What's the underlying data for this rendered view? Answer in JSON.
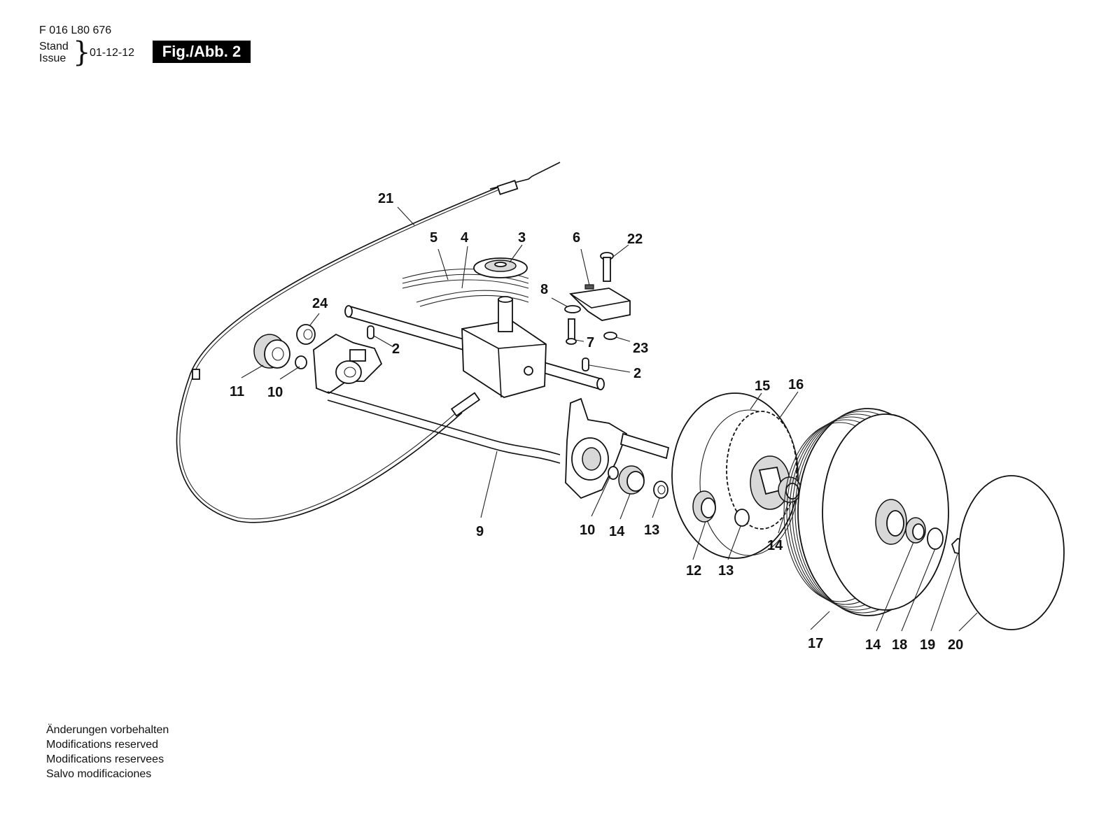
{
  "header": {
    "doc_number": "F 016 L80 676",
    "stand_label": "Stand",
    "issue_label": "Issue",
    "issue_date": "01-12-12",
    "figure_label": "Fig./Abb. 2"
  },
  "footer": {
    "lines": [
      "Änderungen vorbehalten",
      "Modifications reserved",
      "Modifications reservees",
      "Salvo modificaciones"
    ]
  },
  "callouts": [
    {
      "id": "c21",
      "text": "21"
    },
    {
      "id": "c5",
      "text": "5"
    },
    {
      "id": "c4",
      "text": "4"
    },
    {
      "id": "c3",
      "text": "3"
    },
    {
      "id": "c6",
      "text": "6"
    },
    {
      "id": "c22",
      "text": "22"
    },
    {
      "id": "c8",
      "text": "8"
    },
    {
      "id": "c24",
      "text": "24"
    },
    {
      "id": "c2a",
      "text": "2"
    },
    {
      "id": "c7",
      "text": "7"
    },
    {
      "id": "c23",
      "text": "23"
    },
    {
      "id": "c2b",
      "text": "2"
    },
    {
      "id": "c11",
      "text": "11"
    },
    {
      "id": "c10a",
      "text": "10"
    },
    {
      "id": "c15",
      "text": "15"
    },
    {
      "id": "c16",
      "text": "16"
    },
    {
      "id": "c9",
      "text": "9"
    },
    {
      "id": "c10b",
      "text": "10"
    },
    {
      "id": "c14a",
      "text": "14"
    },
    {
      "id": "c13a",
      "text": "13"
    },
    {
      "id": "c14b",
      "text": "14"
    },
    {
      "id": "c12",
      "text": "12"
    },
    {
      "id": "c13b",
      "text": "13"
    },
    {
      "id": "c17",
      "text": "17"
    },
    {
      "id": "c14c",
      "text": "14"
    },
    {
      "id": "c18",
      "text": "18"
    },
    {
      "id": "c19",
      "text": "19"
    },
    {
      "id": "c20",
      "text": "20"
    }
  ]
}
